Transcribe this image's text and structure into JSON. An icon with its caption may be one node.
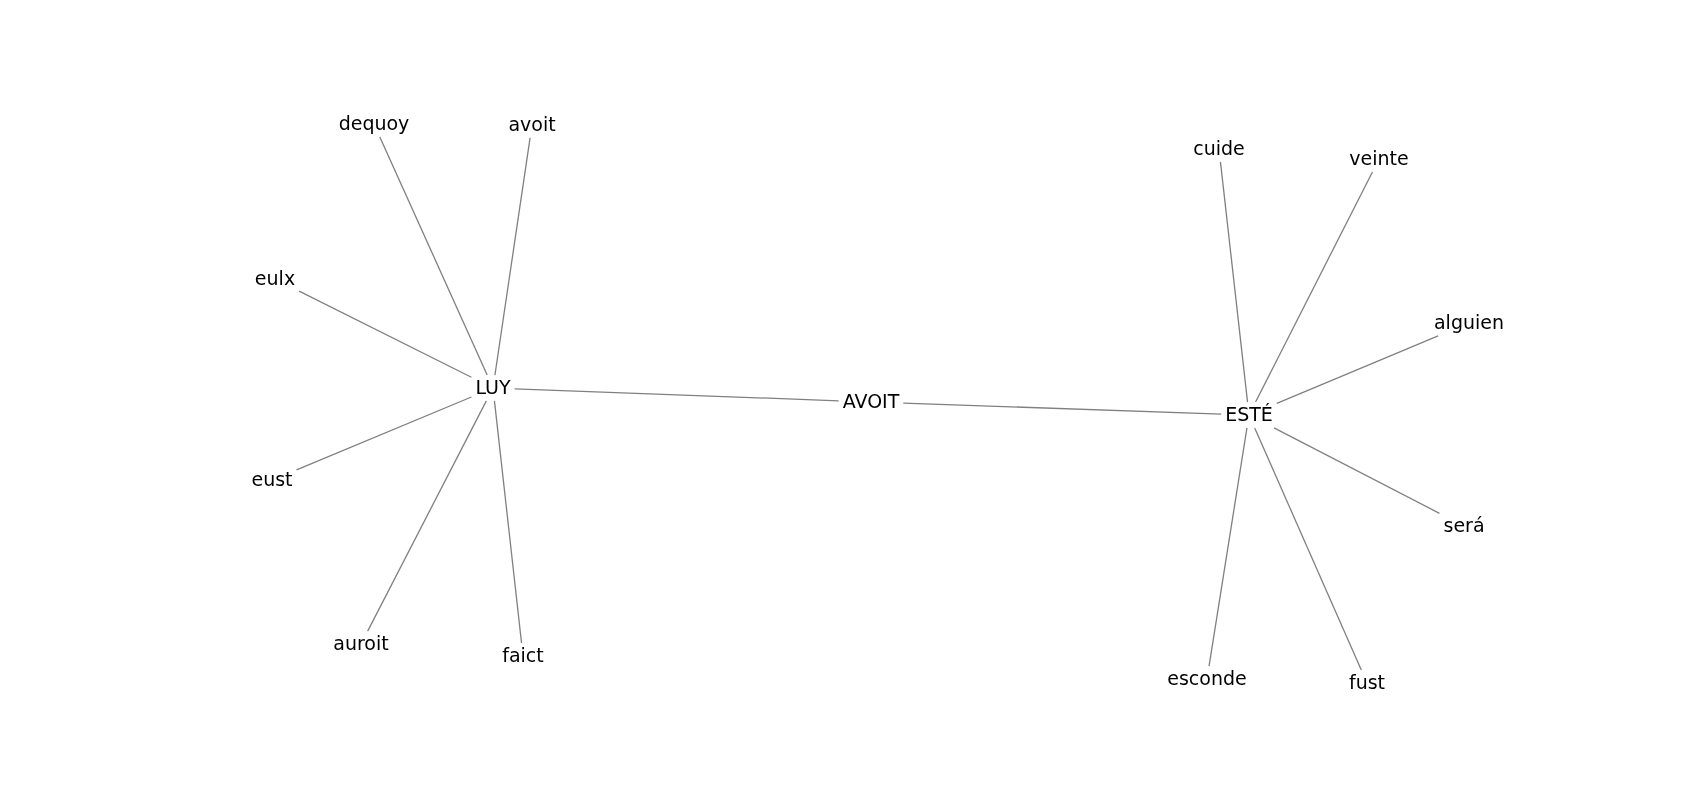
{
  "diagram": {
    "nodes": [
      {
        "text": [
          "dequoy"
        ]
      },
      {
        "text": [
          "avoit"
        ]
      },
      {
        "text": [
          "eulx"
        ]
      },
      {
        "text": [
          "LUY"
        ]
      },
      {
        "text": [
          "eust"
        ]
      },
      {
        "text": [
          "auroit"
        ]
      },
      {
        "text": [
          "faict"
        ]
      },
      {
        "text": [
          "AVOIT"
        ]
      },
      {
        "text": [
          "cuide"
        ]
      },
      {
        "text": [
          "veinte"
        ]
      },
      {
        "text": [
          "alguien"
        ]
      },
      {
        "text": [
          "ESTÉ"
        ]
      },
      {
        "text": [
          "será"
        ]
      },
      {
        "text": [
          "esconde"
        ]
      },
      {
        "text": [
          "fust"
        ]
      }
    ],
    "edges": [
      {
        "from": 3,
        "to": 0,
        "arrow": "none"
      },
      {
        "from": 3,
        "to": 1,
        "arrow": "none"
      },
      {
        "from": 3,
        "to": 2,
        "arrow": "none"
      },
      {
        "from": 3,
        "to": 4,
        "arrow": "none"
      },
      {
        "from": 3,
        "to": 5,
        "arrow": "none"
      },
      {
        "from": 3,
        "to": 6,
        "arrow": "none"
      },
      {
        "from": 7,
        "to": 3,
        "arrow": "none"
      },
      {
        "from": 7,
        "to": 11,
        "arrow": "none"
      },
      {
        "from": 11,
        "to": 8,
        "arrow": "none"
      },
      {
        "from": 11,
        "to": 9,
        "arrow": "none"
      },
      {
        "from": 11,
        "to": 10,
        "arrow": "none"
      },
      {
        "from": 11,
        "to": 12,
        "arrow": "none"
      },
      {
        "from": 11,
        "to": 13,
        "arrow": "none"
      },
      {
        "from": 11,
        "to": 14,
        "arrow": "none"
      }
    ]
  }
}
